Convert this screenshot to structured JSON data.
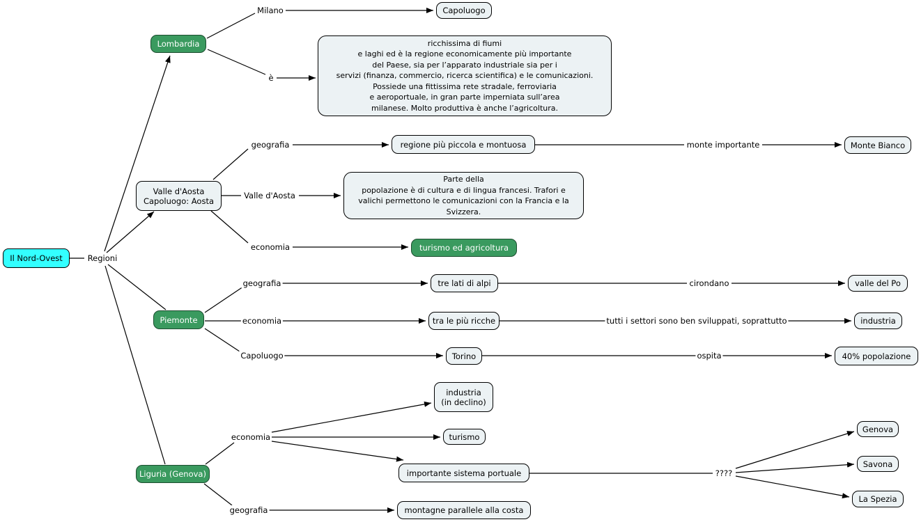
{
  "colors": {
    "root_node_bg": "#33ffff",
    "region_node_bg": "#3a9a5f",
    "concept_node_bg": "#ecf2f4",
    "line": "#000000"
  },
  "root": {
    "label": "Il Nord-Ovest",
    "link": "Regioni"
  },
  "lombardia": {
    "label": "Lombardia",
    "link_milano": "Milano",
    "capoluogo": "Capoluogo",
    "link_e": "è",
    "description": "ricchissima di fiumi\ne laghi ed è la regione economicamente più importante\ndel Paese, sia per l’apparato industriale sia per i\nservizi (finanza, commercio, ricerca scientifica) e le comunicazioni.\nPossiede una fittissima rete stradale, ferroviaria\ne aeroportuale, in gran parte imperniata sull’area\nmilanese. Molto produttiva è anche l’agricoltura."
  },
  "valle_daosta": {
    "label": "Valle d'Aosta\nCapoluogo: Aosta",
    "link_geografia": "geografia",
    "geografia": "regione più piccola e montuosa",
    "link_monte": "monte importante",
    "monte": "Monte Bianco",
    "link_valle": "Valle d'Aosta",
    "description": "Parte della\npopolazione è di cultura e di lingua francesi. Trafori e\nvalichi permettono le comunicazioni con la Francia e la\nSvizzera.",
    "link_economia": "economia",
    "economia": "turismo ed agricoltura"
  },
  "piemonte": {
    "label": "Piemonte",
    "link_geografia": "geografia",
    "geografia": "tre lati di alpi",
    "link_cirondano": "cirondano",
    "valle_po": "valle del Po",
    "link_economia": "economia",
    "economia": "tra le più ricche",
    "link_settori": "tutti i settori sono ben sviluppati, soprattutto",
    "industria": "industria",
    "link_capoluogo": "Capoluogo",
    "capoluogo": "Torino",
    "link_ospita": "ospita",
    "popolazione": "40% popolazione"
  },
  "liguria": {
    "label": "Liguria (Genova)",
    "link_economia": "economia",
    "industria": "industria\n(in declino)",
    "turismo": "turismo",
    "porti": "importante sistema portuale",
    "link_question": "????",
    "porto_1": "Genova",
    "porto_2": "Savona",
    "porto_3": "La Spezia",
    "link_geografia": "geografia",
    "geografia": "montagne parallele alla costa"
  }
}
